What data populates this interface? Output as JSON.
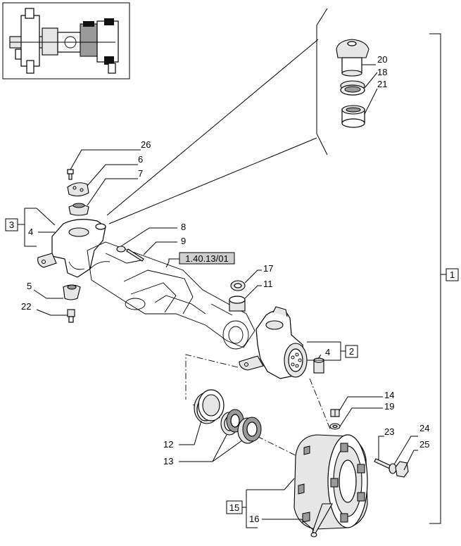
{
  "callouts": {
    "c20": "20",
    "c18": "18",
    "c21": "21",
    "c26": "26",
    "c6": "6",
    "c7": "7",
    "c8": "8",
    "c9": "9",
    "c4a": "4",
    "c5": "5",
    "c22": "22",
    "c17": "17",
    "c11": "11",
    "c4b": "4",
    "c14": "14",
    "c19": "19",
    "c23": "23",
    "c24": "24",
    "c25": "25",
    "c12": "12",
    "c13": "13",
    "c16": "16"
  },
  "boxed": {
    "b3": "3",
    "b2": "2",
    "b1": "1",
    "b15": "15"
  },
  "reference": "1.40.13/01"
}
